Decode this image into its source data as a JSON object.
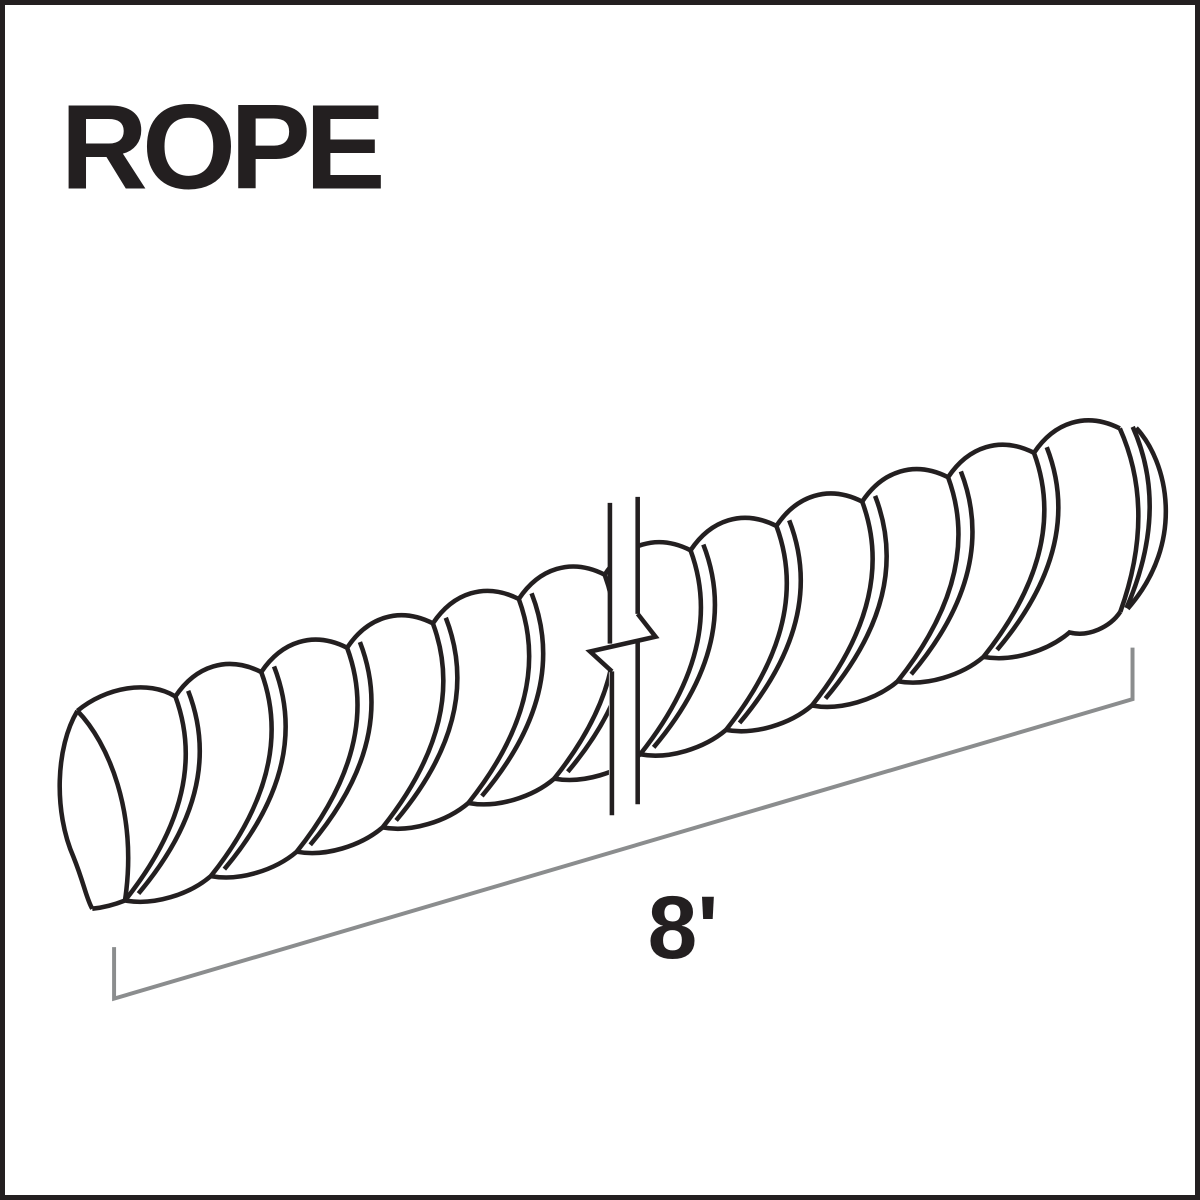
{
  "figure": {
    "title": "ROPE",
    "dimension": {
      "label": "8'",
      "value_feet": 8
    },
    "rope": {
      "visible_strand_segments": 13,
      "break_symbol": "pipe-break-zigzag"
    },
    "colors": {
      "ink": "#231f20",
      "dimension_line": "#8b8d8e",
      "background": "#ffffff"
    }
  }
}
